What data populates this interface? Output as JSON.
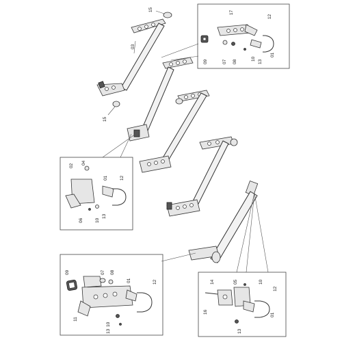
{
  "callouts": {
    "top": {
      "c15a": "15",
      "c03": "03",
      "c15b": "15"
    },
    "box_tr": {
      "c17": "17",
      "c12": "12",
      "c09": "09",
      "c07": "07",
      "c08": "08",
      "c10": "10",
      "c13": "13",
      "c01": "01"
    },
    "box_ml": {
      "c02": "02",
      "c04": "04",
      "c01": "01",
      "c12": "12",
      "c06": "06",
      "c10": "10",
      "c13": "13"
    },
    "box_bl": {
      "c09": "09",
      "c07": "07",
      "c08": "08",
      "c01": "01",
      "c12": "12",
      "c11": "11",
      "c10": "10",
      "c13": "13"
    },
    "box_br": {
      "c14": "14",
      "c05": "05",
      "c10": "10",
      "c12": "12",
      "c16": "16",
      "c01": "01",
      "c13": "13"
    }
  }
}
